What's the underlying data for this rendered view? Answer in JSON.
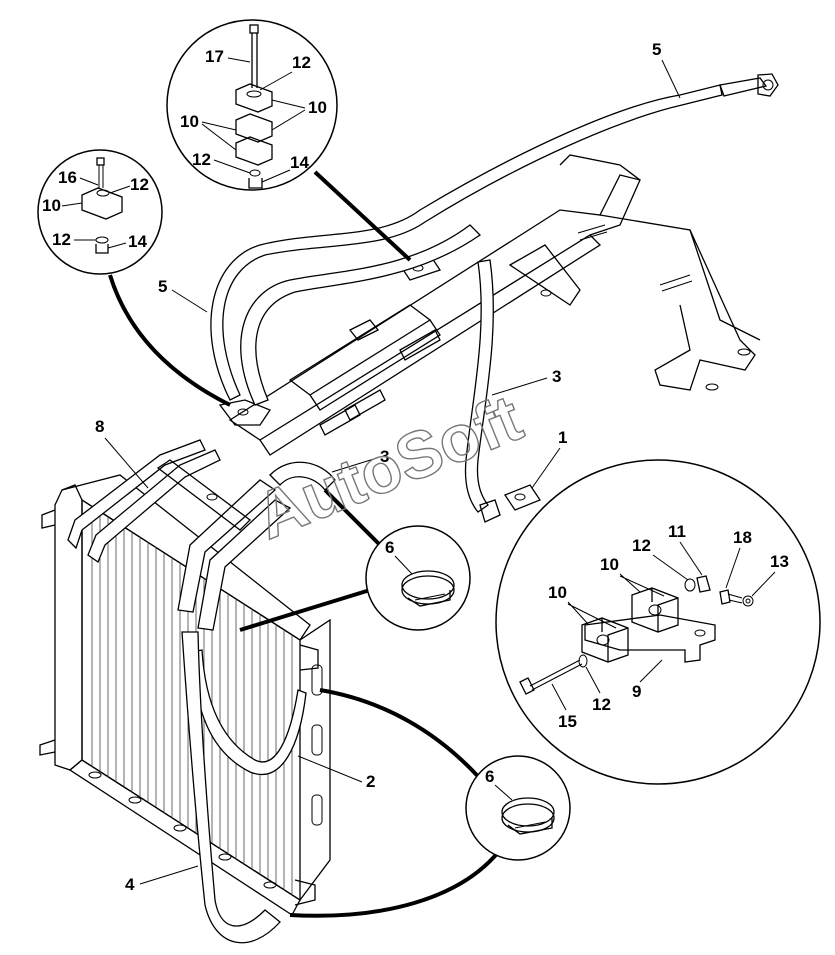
{
  "watermark": "AutoSoft",
  "callouts": {
    "main": [
      {
        "id": "label-5-top",
        "text": "5"
      },
      {
        "id": "label-5-left",
        "text": "5"
      },
      {
        "id": "label-3-right",
        "text": "3"
      },
      {
        "id": "label-3-center",
        "text": "3"
      },
      {
        "id": "label-1",
        "text": "1"
      },
      {
        "id": "label-8",
        "text": "8"
      },
      {
        "id": "label-2",
        "text": "2"
      },
      {
        "id": "label-4",
        "text": "4"
      }
    ],
    "detail_top_large": [
      "17",
      "12",
      "10",
      "10",
      "12",
      "14"
    ],
    "detail_top_small": [
      "16",
      "12",
      "10",
      "12",
      "14"
    ],
    "detail_clamp_upper": "6",
    "detail_clamp_lower": "6",
    "detail_bracket": [
      "11",
      "12",
      "10",
      "18",
      "13",
      "10",
      "9",
      "12",
      "15"
    ]
  }
}
